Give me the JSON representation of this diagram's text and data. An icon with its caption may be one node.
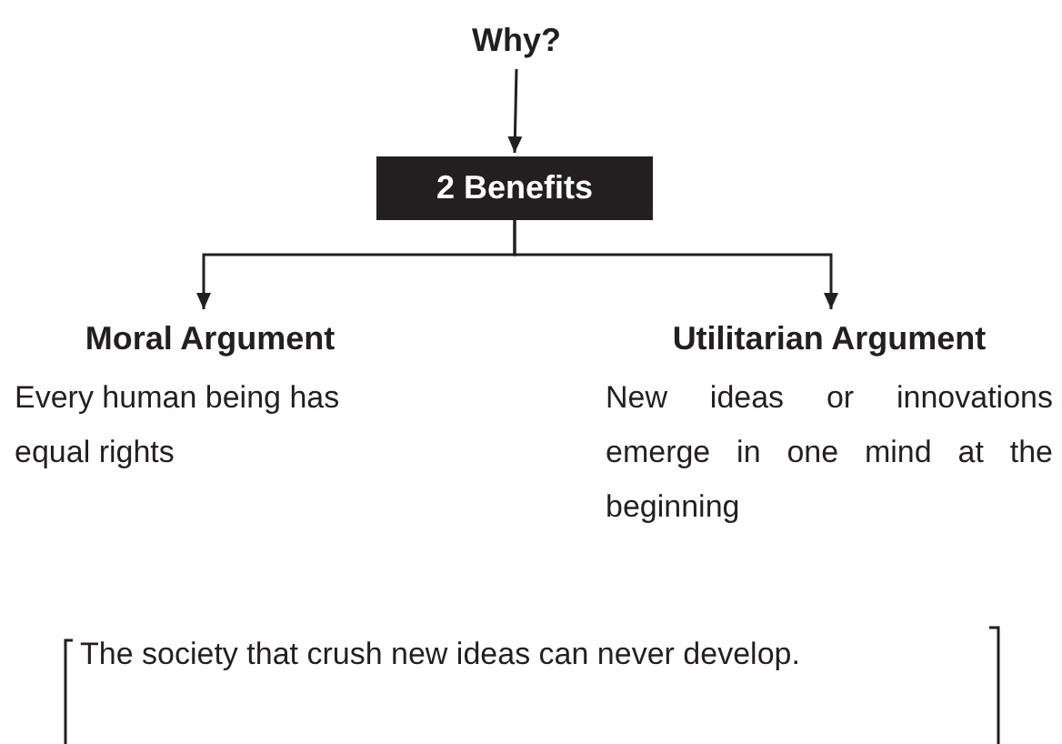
{
  "diagram": {
    "nodes": [
      {
        "text": [
          "Why?"
        ]
      },
      {
        "text": [
          "2 Benefits"
        ]
      },
      {
        "text": [
          "Moral Argument",
          "Every human being has equal rights"
        ]
      },
      {
        "text": [
          "Utilitarian Argument",
          "New ideas or innovations emerge in one mind at the beginning"
        ]
      }
    ],
    "edges": [
      {
        "from": 0,
        "to": 1,
        "arrow": "to"
      },
      {
        "from": 1,
        "to": 2,
        "arrow": "to"
      },
      {
        "from": 1,
        "to": 3,
        "arrow": "to"
      }
    ],
    "labels": [
      "The society that crush new ideas can never develop."
    ]
  }
}
